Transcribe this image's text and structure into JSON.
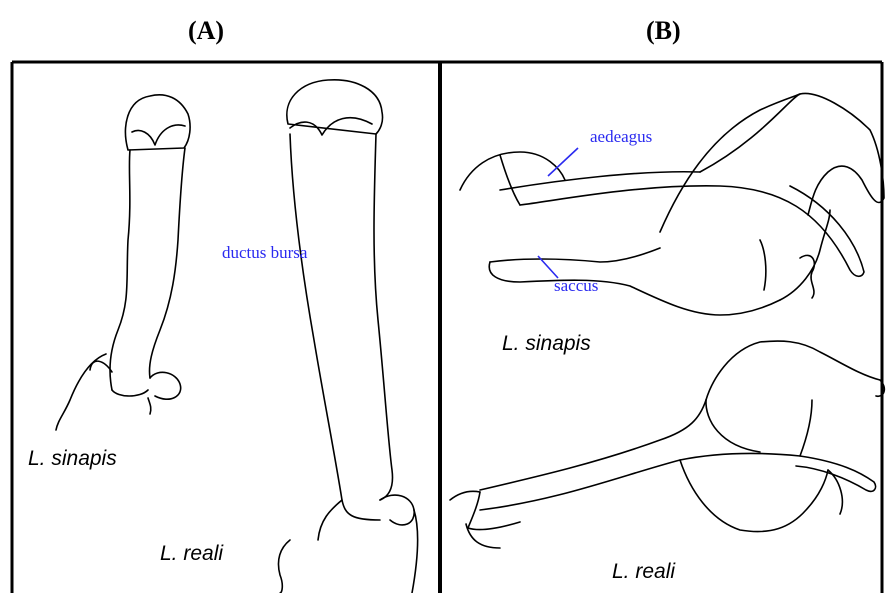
{
  "panels": {
    "a": {
      "heading": "(A)",
      "labels": {
        "species_top": "L. sinapis",
        "species_bottom": "L. reali",
        "structure": "ductus bursa"
      }
    },
    "b": {
      "heading": "(B)",
      "labels": {
        "species_top": "L. sinapis",
        "species_bottom": "L. reali",
        "aedeagus": "aedeagus",
        "saccus": "saccus"
      }
    }
  },
  "colors": {
    "ink": "#000000",
    "annotation": "#2a2af0",
    "background": "#ffffff"
  }
}
